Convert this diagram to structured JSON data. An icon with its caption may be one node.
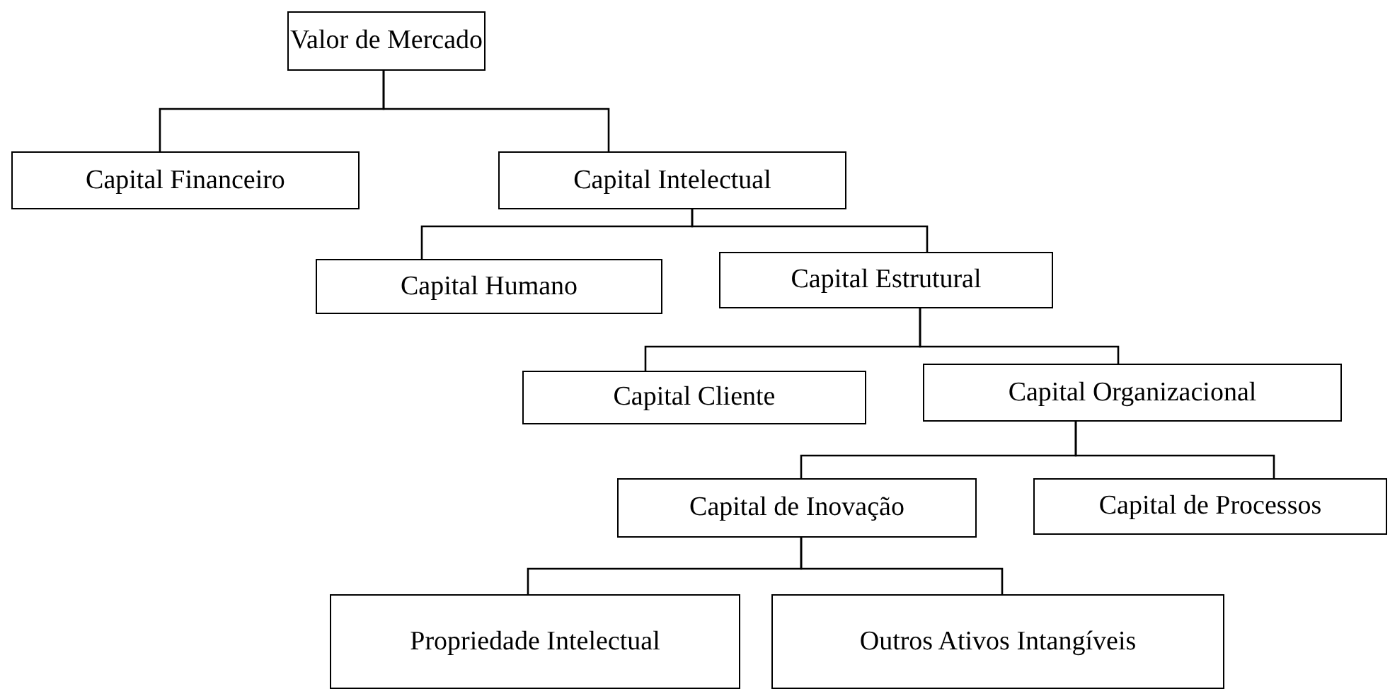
{
  "diagram": {
    "nodes": [
      {
        "text": [
          "Valor de Mercado"
        ]
      },
      {
        "text": [
          "Capital Financeiro"
        ]
      },
      {
        "text": [
          "Capital Intelectual"
        ]
      },
      {
        "text": [
          "Capital Humano"
        ]
      },
      {
        "text": [
          "Capital Estrutural"
        ]
      },
      {
        "text": [
          "Capital Cliente"
        ]
      },
      {
        "text": [
          "Capital Organizacional"
        ]
      },
      {
        "text": [
          "Capital de Inovação"
        ]
      },
      {
        "text": [
          "Capital de Processos"
        ]
      },
      {
        "text": [
          "Propriedade Intelectual"
        ]
      },
      {
        "text": [
          "Outros Ativos Intangíveis"
        ]
      }
    ],
    "edges": [
      {
        "from": 0,
        "to": 1,
        "arrow": "none"
      },
      {
        "from": 0,
        "to": 2,
        "arrow": "none"
      },
      {
        "from": 2,
        "to": 3,
        "arrow": "none"
      },
      {
        "from": 2,
        "to": 4,
        "arrow": "none"
      },
      {
        "from": 4,
        "to": 5,
        "arrow": "none"
      },
      {
        "from": 4,
        "to": 6,
        "arrow": "none"
      },
      {
        "from": 6,
        "to": 7,
        "arrow": "none"
      },
      {
        "from": 6,
        "to": 8,
        "arrow": "none"
      },
      {
        "from": 7,
        "to": 9,
        "arrow": "none"
      },
      {
        "from": 7,
        "to": 10,
        "arrow": "none"
      }
    ]
  }
}
